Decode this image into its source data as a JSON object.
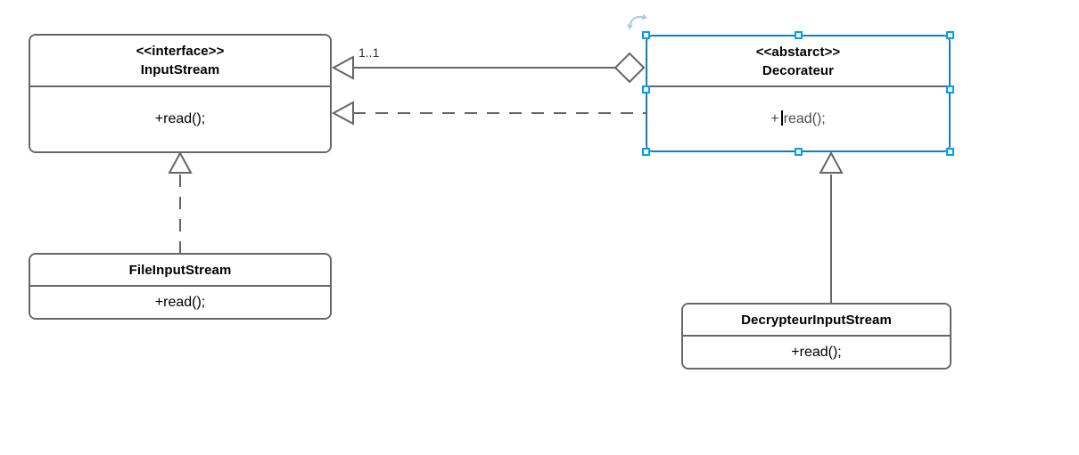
{
  "diagram": {
    "title": "UML Class Diagram - Decorator Pattern",
    "background_color": "#ffffff",
    "border_color": "#666666",
    "selection_color": "#03a0e4",
    "selected_border_color": "#1b7cb5"
  },
  "classes": [
    {
      "id": "inputstream",
      "stereotype": "<<interface>>",
      "name": "InputStream",
      "members": [
        "+read();"
      ],
      "selected": false
    },
    {
      "id": "decorateur",
      "stereotype": "<<abstarct>>",
      "name": "Decorateur",
      "members": [
        "+ read();"
      ],
      "member_prefix": "+",
      "member_rest": "read();",
      "selected": true,
      "editing": true
    },
    {
      "id": "fileinputstream",
      "stereotype": "",
      "name": "FileInputStream",
      "members": [
        "+read();"
      ],
      "selected": false
    },
    {
      "id": "decrypteurinputstream",
      "stereotype": "",
      "name": "DecrypteurInputStream",
      "members": [
        "+read();"
      ],
      "selected": false
    }
  ],
  "relations": [
    {
      "id": "aggregation",
      "type": "aggregation",
      "from": "decorateur",
      "to": "inputstream",
      "label": "1..1",
      "line_style": "solid",
      "source_marker": "hollow-diamond",
      "target_marker": "hollow-triangle"
    },
    {
      "id": "realization-decorateur",
      "type": "realization",
      "from": "decorateur",
      "to": "inputstream",
      "label": "",
      "line_style": "dashed",
      "source_marker": "none",
      "target_marker": "hollow-triangle"
    },
    {
      "id": "realization-file",
      "type": "realization",
      "from": "fileinputstream",
      "to": "inputstream",
      "label": "",
      "line_style": "dashed",
      "source_marker": "none",
      "target_marker": "hollow-triangle"
    },
    {
      "id": "generalization-decrypteur",
      "type": "generalization",
      "from": "decrypteurinputstream",
      "to": "decorateur",
      "label": "",
      "line_style": "solid",
      "source_marker": "none",
      "target_marker": "hollow-triangle"
    }
  ],
  "selection": {
    "target": "decorateur",
    "rotate_icon": "rotate-icon",
    "handles": [
      {
        "name": "handle-top-left"
      },
      {
        "name": "handle-top-center"
      },
      {
        "name": "handle-top-right"
      },
      {
        "name": "handle-middle-left"
      },
      {
        "name": "handle-middle-right"
      },
      {
        "name": "handle-bottom-left"
      },
      {
        "name": "handle-bottom-center"
      },
      {
        "name": "handle-bottom-right"
      }
    ]
  }
}
